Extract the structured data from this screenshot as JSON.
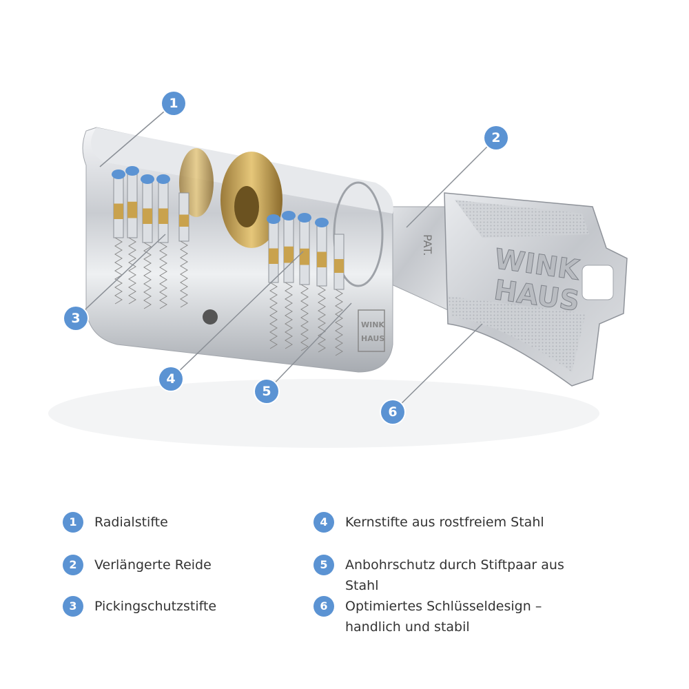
{
  "accent_color": "#5b93d3",
  "logo_text": "WINK HAUS",
  "key_marking": "PAT.",
  "callouts": [
    "1",
    "2",
    "3",
    "4",
    "5",
    "6"
  ],
  "legend": [
    {
      "num": "1",
      "text": "Radialstifte"
    },
    {
      "num": "2",
      "text": "Verlängerte Reide"
    },
    {
      "num": "3",
      "text": "Pickingschutzstifte"
    },
    {
      "num": "4",
      "text": "Kernstifte aus rostfreiem Stahl"
    },
    {
      "num": "5",
      "text": "Anbohrschutz durch Stiftpaar aus Stahl"
    },
    {
      "num": "6",
      "text": "Optimiertes Schlüsseldesign – handlich und stabil"
    }
  ]
}
